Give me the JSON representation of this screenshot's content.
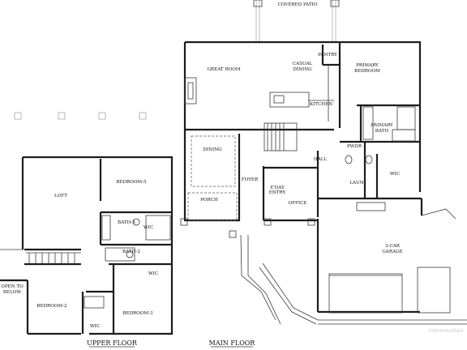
{
  "plan": {
    "main_floor": {
      "title": "MAIN FLOOR",
      "rooms": {
        "covered_patio": "COVERED PATIO",
        "great_room": "GREAT ROOM",
        "casual_dining_1": "CASUAL",
        "casual_dining_2": "DINING",
        "pantry": "PANTRY",
        "primary_bedroom_1": "PRIMARY",
        "primary_bedroom_2": "BEDROOM",
        "kitchen": "KITCHEN",
        "primary_bath_1": "PRIMARY",
        "primary_bath_2": "BATH",
        "dining": "DINING",
        "pwdr": "PWDR",
        "hall": "HALL",
        "wic": "WIC",
        "foyer": "FOYER",
        "eday_entry_1": "E'DAY",
        "eday_entry_2": "ENTRY",
        "laun": "LAUN",
        "office": "OFFICE",
        "porch": "PORCH",
        "garage_1": "3-CAR",
        "garage_2": "GARAGE"
      }
    },
    "upper_floor": {
      "title": "UPPER FLOOR",
      "rooms": {
        "loft": "LOFT",
        "bedroom_5": "BEDROOM-5",
        "bath_3": "BATH-3",
        "wic_3": "WIC",
        "bath_2": "BATH-2",
        "wic_2": "WIC",
        "open_to_below_1": "OPEN TO",
        "open_to_below_2": "BELOW",
        "bedroom_2": "BEDROOM-2",
        "bedroom_3": "BEDROOM-3",
        "wic_b2": "WIC"
      }
    },
    "watermark": "intermountain"
  }
}
